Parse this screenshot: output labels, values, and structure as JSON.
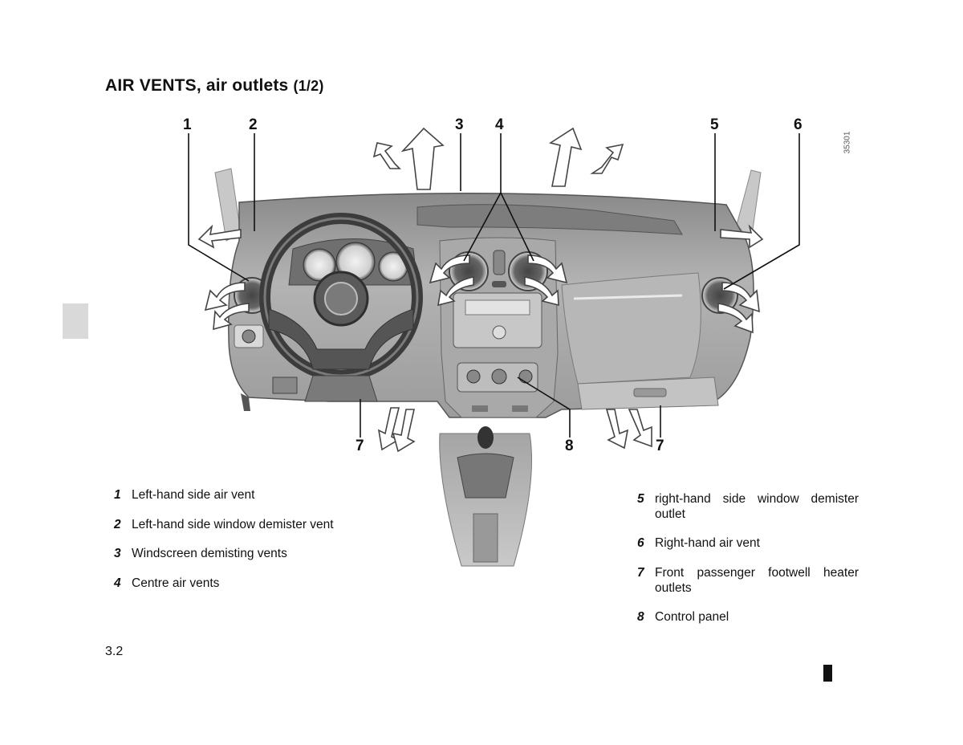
{
  "header": {
    "title": "AIR VENTS, air outlets",
    "title_part": "(1/2)"
  },
  "figure": {
    "reference_code": "35301",
    "callouts": [
      {
        "label": "1"
      },
      {
        "label": "2"
      },
      {
        "label": "3"
      },
      {
        "label": "4"
      },
      {
        "label": "5"
      },
      {
        "label": "6"
      },
      {
        "label": "7"
      },
      {
        "label": "8"
      },
      {
        "label": "7"
      }
    ]
  },
  "legend_left": [
    {
      "num": "1",
      "text": "Left-hand side air vent"
    },
    {
      "num": "2",
      "text": "Left-hand side window demister vent"
    },
    {
      "num": "3",
      "text": "Windscreen demisting vents"
    },
    {
      "num": "4",
      "text": "Centre air vents"
    }
  ],
  "legend_right": [
    {
      "num": "5",
      "text": "right-hand side window demister outlet"
    },
    {
      "num": "6",
      "text": "Right-hand air vent"
    },
    {
      "num": "7",
      "text": "Front passenger footwell heater outlets"
    },
    {
      "num": "8",
      "text": "Control panel"
    }
  ],
  "footer": {
    "page_number": "3.2"
  }
}
